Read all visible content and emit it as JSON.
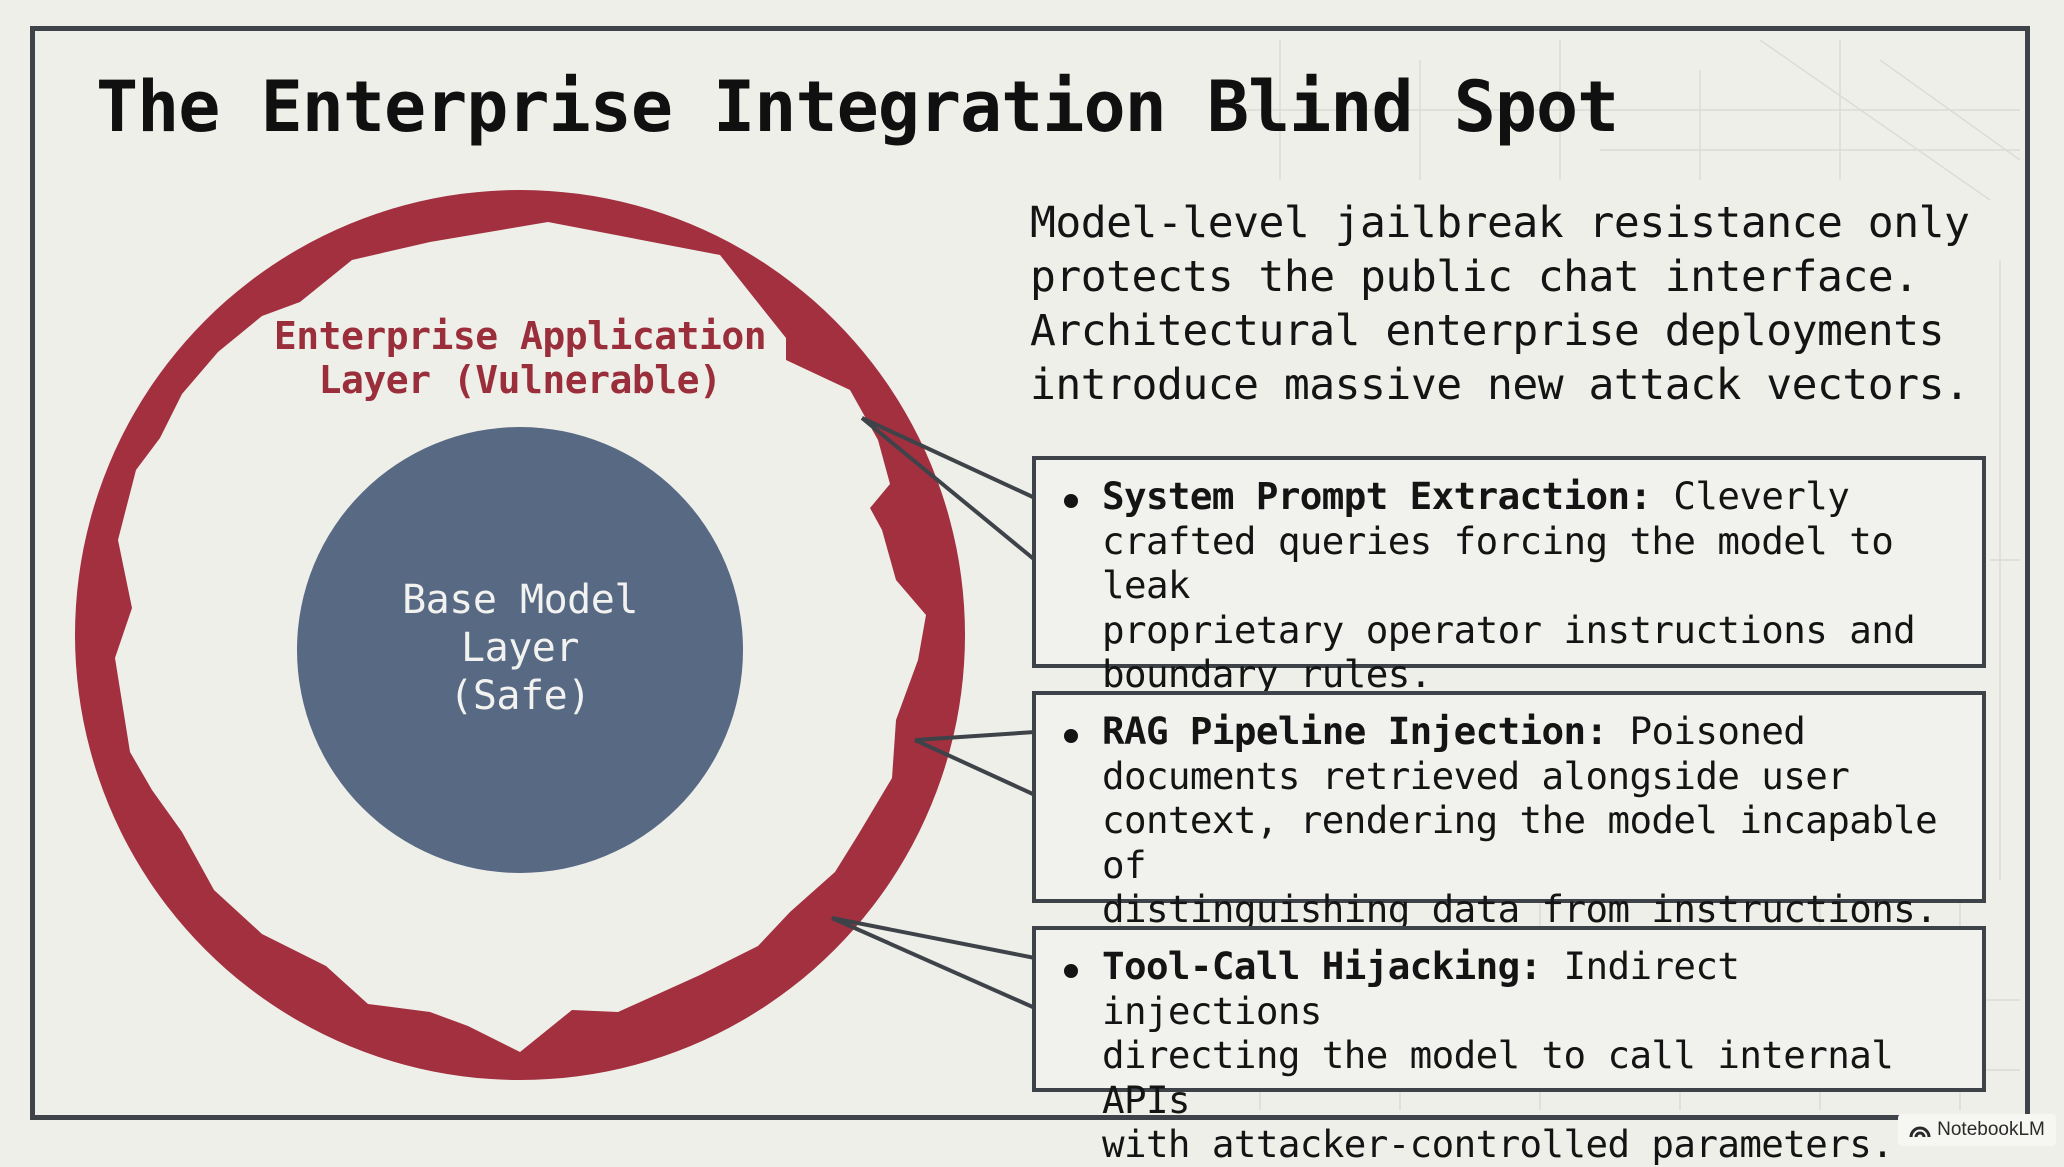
{
  "title": "The Enterprise Integration Blind Spot",
  "diagram": {
    "outer_layer": {
      "label_line1": "Enterprise Application",
      "label_line2": "Layer (Vulnerable)",
      "color": "#a3303f"
    },
    "inner_layer": {
      "label_line1": "Base Model",
      "label_line2": "Layer",
      "label_line3": "(Safe)",
      "color": "#576983"
    }
  },
  "intro": {
    "line1": "Model-level jailbreak resistance only",
    "line2": "protects the public chat interface.",
    "line3": "Architectural enterprise deployments",
    "line4": "introduce massive new attack vectors."
  },
  "vectors": [
    {
      "term": "System Prompt Extraction:",
      "line1": "Cleverly",
      "line2": "crafted queries forcing the model to leak",
      "line3": "proprietary operator instructions and",
      "line4": "boundary rules."
    },
    {
      "term": "RAG Pipeline Injection:",
      "line1": "Poisoned",
      "line2": "documents retrieved alongside user",
      "line3": "context, rendering the model incapable of",
      "line4": "distinguishing data from instructions."
    },
    {
      "term": "Tool-Call Hijacking:",
      "line1": "Indirect injections",
      "line2": "directing the model to call internal APIs",
      "line3": "with attacker-controlled parameters."
    }
  ],
  "badge": {
    "label": "NotebookLM",
    "icon": "notebooklm-logo-icon"
  },
  "colors": {
    "background": "#efefea",
    "border": "#3e4349",
    "accent_red": "#a3303f",
    "accent_blue": "#576983"
  }
}
